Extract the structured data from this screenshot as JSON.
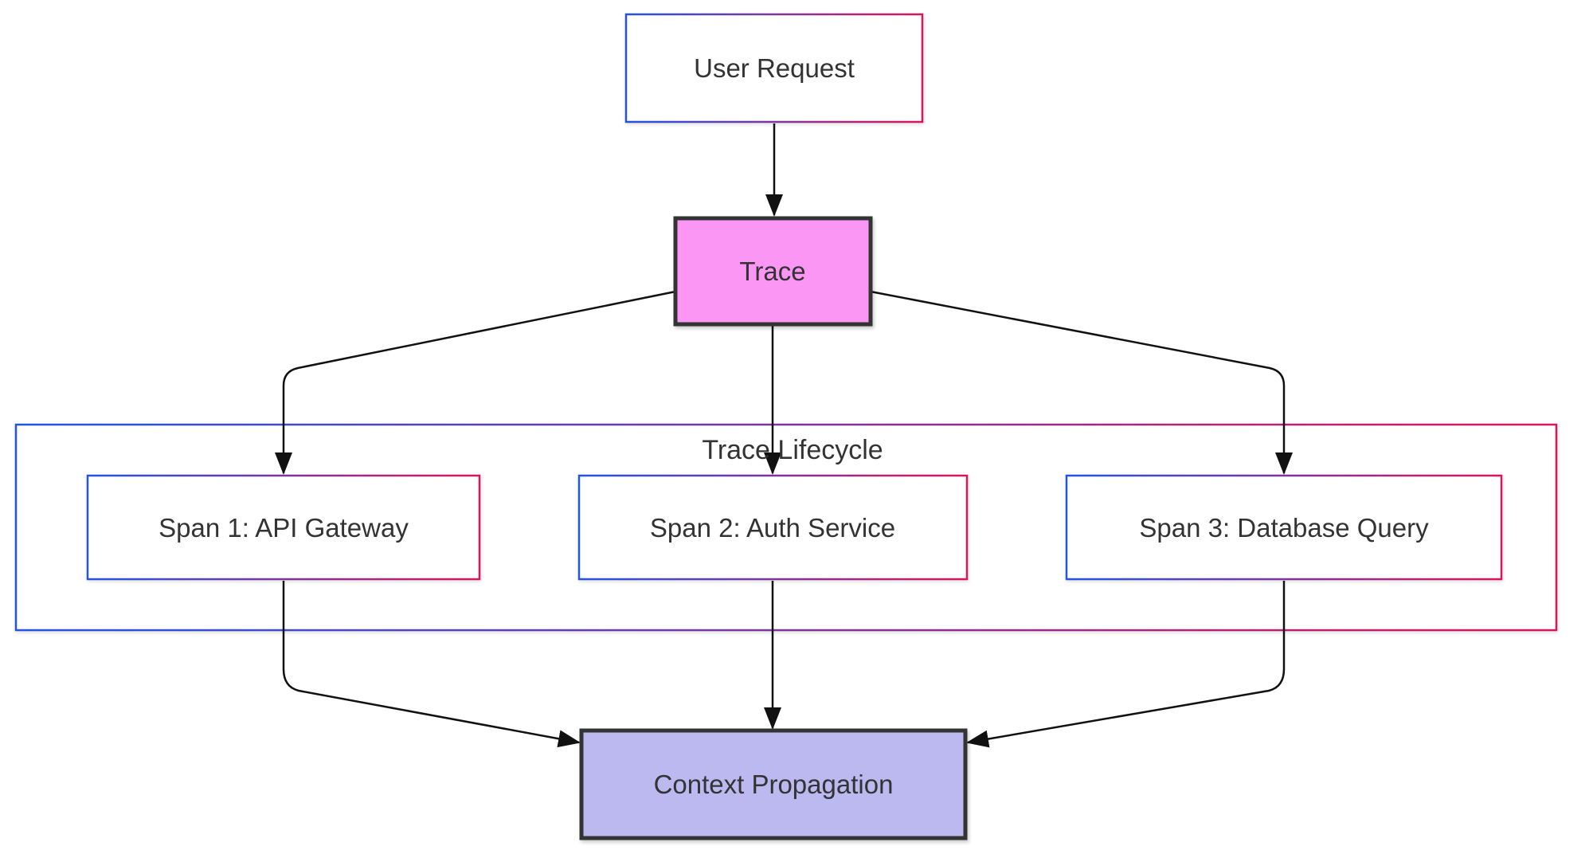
{
  "diagram": {
    "type": "flowchart",
    "container": {
      "label": "Trace Lifecycle"
    },
    "nodes": {
      "user_request": {
        "label": "User Request",
        "fill": "#ffffff"
      },
      "trace": {
        "label": "Trace",
        "fill": "#fb96f4"
      },
      "span1": {
        "label": "Span 1: API Gateway",
        "fill": "#ffffff"
      },
      "span2": {
        "label": "Span 2: Auth Service",
        "fill": "#ffffff"
      },
      "span3": {
        "label": "Span 3: Database Query",
        "fill": "#ffffff"
      },
      "context_propagation": {
        "label": "Context Propagation",
        "fill": "#bcb8f0"
      }
    },
    "edges": [
      {
        "from": "user_request",
        "to": "trace"
      },
      {
        "from": "trace",
        "to": "span1"
      },
      {
        "from": "trace",
        "to": "span2"
      },
      {
        "from": "trace",
        "to": "span3"
      },
      {
        "from": "span1",
        "to": "context_propagation"
      },
      {
        "from": "span2",
        "to": "context_propagation"
      },
      {
        "from": "span3",
        "to": "context_propagation"
      }
    ],
    "colors": {
      "border_gradient_start": "#2355dd",
      "border_gradient_end": "#d9165b",
      "dark_border": "#333333",
      "edge": "#111111",
      "text": "#333333",
      "background": "#ffffff"
    }
  }
}
